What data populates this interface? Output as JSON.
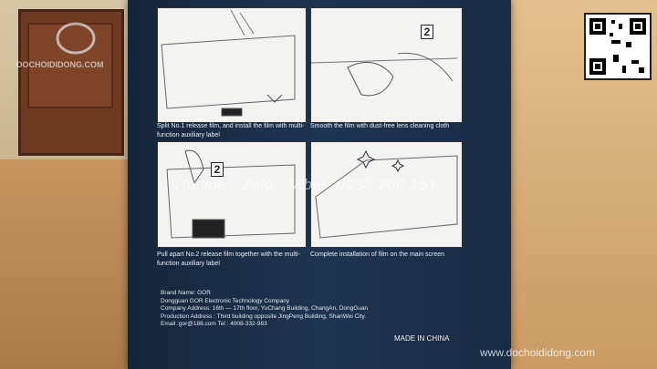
{
  "steps": [
    {
      "caption": "Split No.1 release film, and install the film with multi-function auxiliary label"
    },
    {
      "caption": "Smooth the film with dust-free lens cleaning cloth",
      "tab_number": "2"
    },
    {
      "caption": "Pull apart No.2 release film together with the multi-function auxiliary label",
      "tab_number": "2"
    },
    {
      "caption": "Complete installation of film on the main screen"
    }
  ],
  "company": {
    "brand": "Brand Name: GOR",
    "name": "Dongguan GOR Electronic Technology Company",
    "address": "Company Address: 16th — 17th floor, YuChang Building, ChangAn,  DongGuan",
    "production": "Production Address : Third building opposite JingPeng Building, ShanWei City.",
    "contact": "Email :gor@188.com  Tel : 4008-332-983"
  },
  "made_in": "MADE IN CHINA",
  "watermark": "Hotline - Zalo - Viber: 0938 700 151",
  "bottom_watermark": "www.dochoididong.com",
  "logo_text": "DOCHOIDIDONG.COM",
  "colors": {
    "box": "#1f3450",
    "panel": "#f3f3f1"
  }
}
